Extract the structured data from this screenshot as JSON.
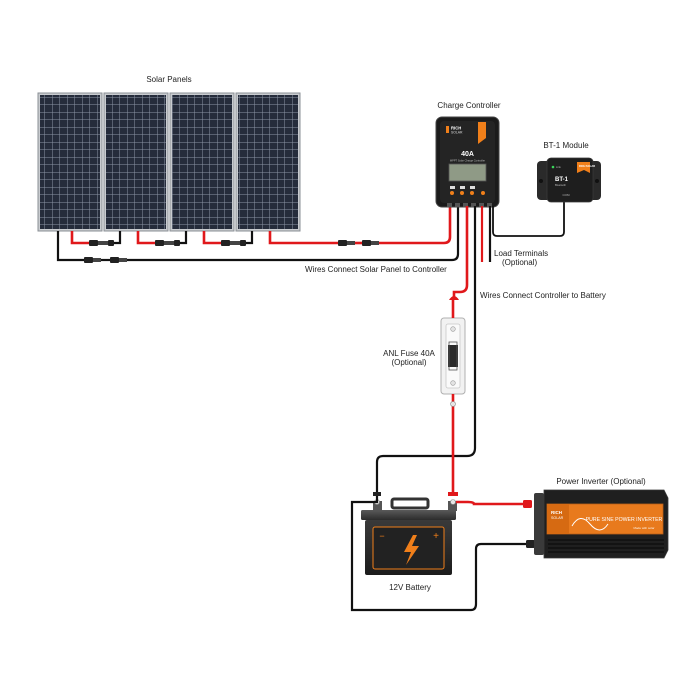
{
  "labels": {
    "solar_panels": "Solar Panels",
    "charge_controller": "Charge Controller",
    "bt1_module": "BT-1 Module",
    "load_terminals": "Load Terminals",
    "load_terminals_note": "(Optional)",
    "wires_panel_controller": "Wires Connect Solar Panel to Controller",
    "wires_controller_battery": "Wires Connect Controller to Battery",
    "anl_fuse": "ANL Fuse 40A",
    "anl_fuse_note": "(Optional)",
    "power_inverter": "Power Inverter (Optional)",
    "battery": "12V Battery"
  },
  "devices": {
    "controller_brand_line1": "RICH",
    "controller_brand_line2": "SOLAR",
    "controller_rating": "40A",
    "controller_subtitle": "MPPT Solar Charge Controller",
    "bt1_brand": "RICH SOLAR",
    "bt1_title": "BT-1",
    "bt1_subtitle": "Bluetooth",
    "bt1_port": "COM",
    "bt1_led": "Link",
    "inverter_brand_line1": "RICH",
    "inverter_brand_line2": "SOLAR",
    "inverter_title": "PURE SINE POWER INVERTER",
    "inverter_subtitle": "Made with solar"
  },
  "colors": {
    "positive_wire": "#e0181b",
    "negative_wire": "#111111",
    "accent_orange": "#f07f1a",
    "panel_cell": "#1a1f2b",
    "panel_frame": "#9aa0a6"
  },
  "icons": {
    "battery_bolt": "lightning-bolt-icon",
    "battery_plus": "plus-icon",
    "battery_minus": "minus-icon"
  }
}
